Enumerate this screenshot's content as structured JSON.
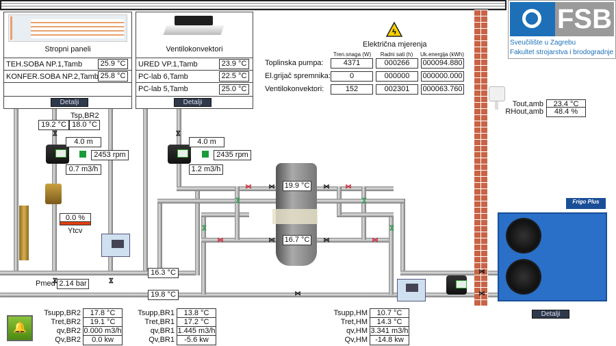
{
  "panels": [
    {
      "title": "Stropni paneli",
      "rows": [
        {
          "label": "TEH.SOBA NP.1,Tamb",
          "value": "25.9 °C"
        },
        {
          "label": "KONFER.SOBA NP.2,Tamb",
          "value": "25.8 °C"
        }
      ],
      "button": "Detalji"
    },
    {
      "title": "Ventilokonvektori",
      "rows": [
        {
          "label": "URED VP.1,Tamb",
          "value": "23.9 °C"
        },
        {
          "label": "PC-lab 6,Tamb",
          "value": "22.5 °C"
        },
        {
          "label": "PC-lab 5,Tamb",
          "value": "25.0 °C"
        }
      ],
      "button": "Detalji"
    }
  ],
  "electrical": {
    "title": "Električna mjerenja",
    "headers": [
      "Tren.snaga (W)",
      "Radni sati (h)",
      "Uk.energija (kWh)"
    ],
    "rows": [
      {
        "label": "Toplinska pumpa:",
        "values": [
          "4371",
          "000266",
          "000094.880"
        ]
      },
      {
        "label": "El.grijač spremnika:",
        "values": [
          "0",
          "000000",
          "000000.000"
        ]
      },
      {
        "label": "Ventilokonvektori:",
        "values": [
          "152",
          "002301",
          "000063.760"
        ]
      }
    ]
  },
  "logo": {
    "text": "FSB",
    "line1": "Sveučilište u Zagrebu",
    "line2": "Fakultet strojarstva i brodogradnje",
    "brand_color": "#1d6fb8"
  },
  "outdoor": {
    "tout_label": "Tout,amb",
    "tout": "23.4 °C",
    "rh_label": "RHout,amb",
    "rh": "48.4 %"
  },
  "br2": {
    "tsp_label": "Tsp,BR2",
    "t1": "19.2 °C",
    "t2": "18.0 °C",
    "head": "4.0 m",
    "rpm": "2453 rpm",
    "flow": "0.7 m3/h",
    "ytcv": "0.0 %",
    "ytcv_label": "Ytcv",
    "ytcv_fraction": 0.0
  },
  "br1": {
    "head": "4.0 m",
    "rpm": "2435 rpm",
    "flow": "1.2 m3/h"
  },
  "tank": {
    "top": "19.9 °C",
    "bottom": "16.7 °C"
  },
  "pipes": {
    "return_temp": "16.3 °C",
    "supply_temp": "19.8 °C",
    "pmed_label": "Pmed",
    "pmed": "2.14 bar"
  },
  "hp_unit": {
    "brand": "Frigo Plus",
    "button": "Detalji"
  },
  "tables": {
    "br2": [
      {
        "label": "Tsupp,BR2",
        "value": "17.8 °C"
      },
      {
        "label": "Tret,BR2",
        "value": "19.1 °C"
      },
      {
        "label": "qv,BR2",
        "value": "0.000 m3/h"
      },
      {
        "label": "Qv,BR2",
        "value": "0.0 kw"
      }
    ],
    "br1": [
      {
        "label": "Tsupp,BR1",
        "value": "13.8 °C"
      },
      {
        "label": "Tret,BR1",
        "value": "17.2 °C"
      },
      {
        "label": "qv,BR1",
        "value": "1.445 m3/h"
      },
      {
        "label": "Qv,BR1",
        "value": "-5.6 kw"
      }
    ],
    "hm": [
      {
        "label": "Tsupp,HM",
        "value": "10.7 °C"
      },
      {
        "label": "Tret,HM",
        "value": "14.3 °C"
      },
      {
        "label": "qv,HM",
        "value": "3.341 m3/h"
      },
      {
        "label": "Qv,HM",
        "value": "-14.8 kw"
      }
    ]
  },
  "icons": {
    "alarm": "alarm-bell-icon",
    "warning": "high-voltage-icon"
  }
}
